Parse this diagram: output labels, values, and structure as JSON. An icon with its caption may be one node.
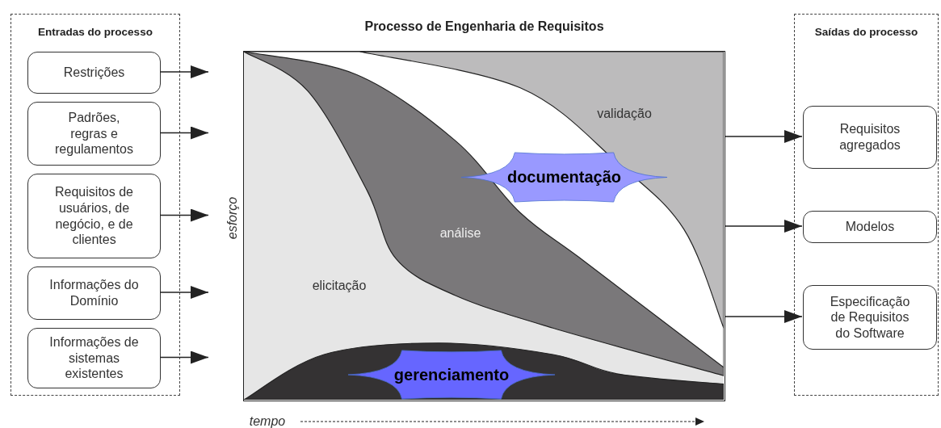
{
  "diagram": {
    "nodes": [
      {
        "text": [
          "Entradas do processo"
        ]
      },
      {
        "text": [
          "Restrições"
        ],
        "in": 0
      },
      {
        "text": [
          "Padrões, regras e regulamentos"
        ],
        "in": 0
      },
      {
        "text": [
          "Requisitos de usuários, de negócio, e de clientes"
        ],
        "in": 0
      },
      {
        "text": [
          "Informações do Domínio"
        ],
        "in": 0
      },
      {
        "text": [
          "Informações de sistemas existentes"
        ],
        "in": 0
      },
      {
        "text": [
          "Processo de Engenharia de Requisitos"
        ]
      },
      {
        "text": [
          "documentação"
        ],
        "in": 6
      },
      {
        "text": [
          "gerenciamento"
        ],
        "in": 6
      },
      {
        "text": [
          "Saídas do processo"
        ]
      },
      {
        "text": [
          "Requisitos agregados"
        ],
        "in": 9
      },
      {
        "text": [
          "Modelos"
        ],
        "in": 9
      },
      {
        "text": [
          "Especificação de Requisitos do Software"
        ],
        "in": 9
      }
    ],
    "edges": [
      {
        "from": 1,
        "to": null,
        "arrow": "to"
      },
      {
        "from": 2,
        "to": null,
        "arrow": "to"
      },
      {
        "from": 3,
        "to": null,
        "arrow": "to"
      },
      {
        "from": 4,
        "to": null,
        "arrow": "to"
      },
      {
        "from": 5,
        "to": null,
        "arrow": "to"
      },
      {
        "from": 6,
        "to": 10,
        "arrow": "to"
      },
      {
        "from": 6,
        "to": 11,
        "arrow": "to"
      },
      {
        "from": 6,
        "to": 12,
        "arrow": "to"
      }
    ],
    "labels": [
      "validação",
      "análise",
      "elicitação",
      "esforço",
      "tempo"
    ]
  }
}
